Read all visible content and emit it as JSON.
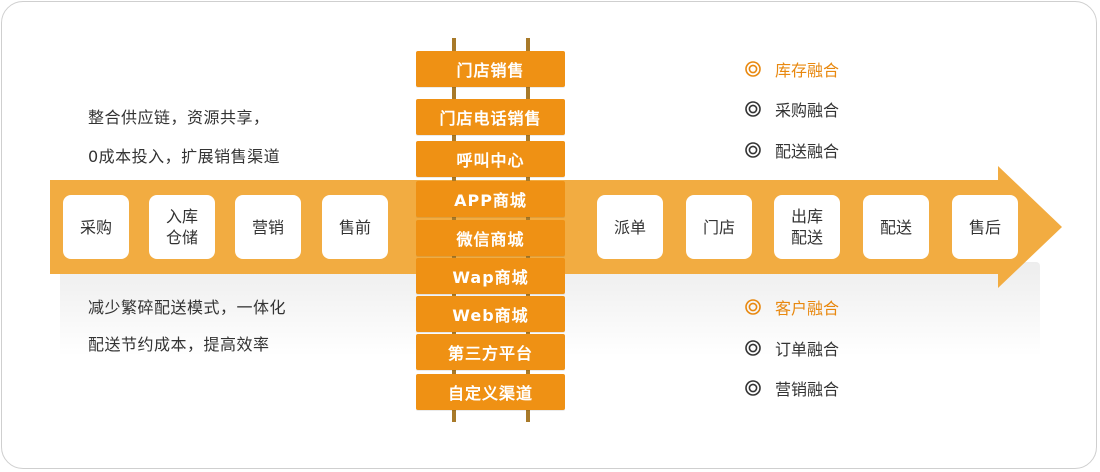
{
  "left_steps": [
    {
      "label": "采购"
    },
    {
      "label": "入库\n仓储"
    },
    {
      "label": "营销"
    },
    {
      "label": "售前"
    }
  ],
  "right_steps": [
    {
      "label": "派单"
    },
    {
      "label": "门店"
    },
    {
      "label": "出库\n配送"
    },
    {
      "label": "配送"
    },
    {
      "label": "售后"
    }
  ],
  "channels": [
    "门店销售",
    "门店电话销售",
    "呼叫中心",
    "APP商城",
    "微信商城",
    "Wap商城",
    "Web商城",
    "第三方平台",
    "自定义渠道"
  ],
  "left_text": {
    "top_line1": "整合供应链，资源共享，",
    "top_line2": "0成本投入，扩展销售渠道",
    "bottom_line1": "减少繁碎配送模式，一体化",
    "bottom_line2": "配送节约成本，提高效率"
  },
  "fusion_top": [
    {
      "label": "库存融合",
      "highlight": true
    },
    {
      "label": "采购融合",
      "highlight": false
    },
    {
      "label": "配送融合",
      "highlight": false
    }
  ],
  "fusion_bottom": [
    {
      "label": "客户融合",
      "highlight": true
    },
    {
      "label": "订单融合",
      "highlight": false
    },
    {
      "label": "营销融合",
      "highlight": false
    }
  ],
  "colors": {
    "arrow": "#f2ac41",
    "channel": "#ef9114",
    "highlight": "#e8880f",
    "rail": "#a87a2a"
  }
}
